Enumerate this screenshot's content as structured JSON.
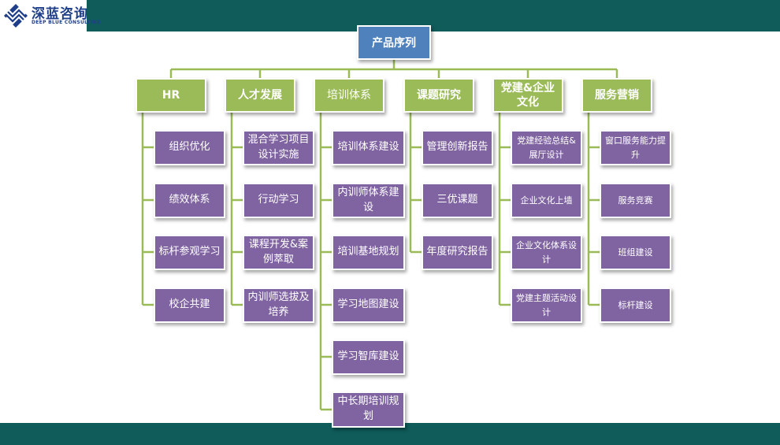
{
  "logo": {
    "cn": "深蓝咨询",
    "en": "DEEP BLUE CONSULTING"
  },
  "root": "产品序列",
  "categories": [
    {
      "label": "HR",
      "items": [
        "组织优化",
        "绩效体系",
        "标杆参观学习",
        "校企共建"
      ]
    },
    {
      "label": "人才发展",
      "items": [
        "混合学习项目设计实施",
        "行动学习",
        "课程开发&案例萃取",
        "内训师选拔及培养"
      ]
    },
    {
      "label": "培训体系",
      "items": [
        "培训体系建设",
        "内训师体系建设",
        "培训基地规划",
        "学习地图建设",
        "学习智库建设",
        "中长期培训规划"
      ]
    },
    {
      "label": "课题研究",
      "items": [
        "管理创新报告",
        "三优课题",
        "年度研究报告"
      ]
    },
    {
      "label": "党建&企业文化",
      "items": [
        "党建经验总结&展厅设计",
        "企业文化上墙",
        "企业文化体系设计",
        "党建主题活动设计"
      ]
    },
    {
      "label": "服务营销",
      "items": [
        "窗口服务能力提升",
        "服务竞赛",
        "班组建设",
        "标杆建设"
      ]
    }
  ],
  "colors": {
    "band": "#0f5c5b",
    "root": "#4f81bd",
    "category": "#9bbb59",
    "leaf": "#8064a2",
    "connector": "#9bbb59"
  }
}
